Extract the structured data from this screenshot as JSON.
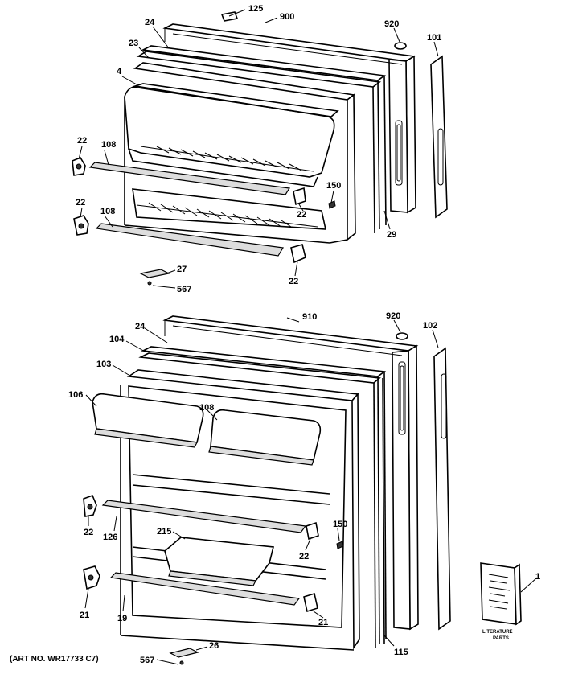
{
  "upper_door_labels": {
    "l125": "125",
    "l900": "900",
    "l920": "920",
    "l101": "101",
    "l24": "24",
    "l23": "23",
    "l4": "4",
    "l22a": "22",
    "l108a": "108",
    "l22b": "22",
    "l108b": "108",
    "l150": "150",
    "l22c": "22",
    "l29": "29",
    "l22d": "22",
    "l27": "27",
    "l567": "567"
  },
  "lower_door_labels": {
    "l910": "910",
    "l920": "920",
    "l102": "102",
    "l24": "24",
    "l104": "104",
    "l103": "103",
    "l106": "106",
    "l108": "108",
    "l150": "150",
    "l215": "215",
    "l22a": "22",
    "l126": "126",
    "l22b": "22",
    "l21a": "21",
    "l19": "19",
    "l21b": "21",
    "l115": "115",
    "l1": "1",
    "l26": "26",
    "l567": "567"
  },
  "literature": {
    "line1": "LITERATURE",
    "line2": "PARTS"
  },
  "footer": {
    "art_no": "(ART NO. WR17733 C7)"
  }
}
